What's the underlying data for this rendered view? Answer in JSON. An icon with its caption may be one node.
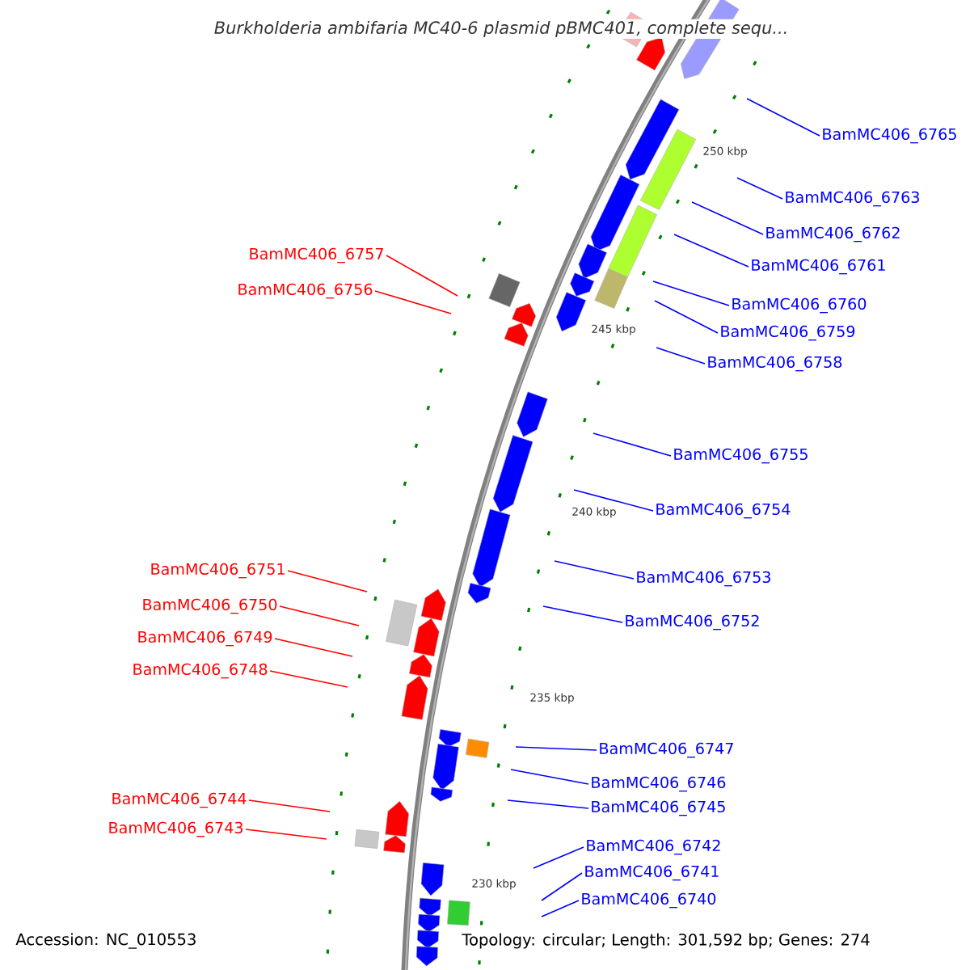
{
  "diagram": {
    "title": "Burkholderia ambifaria MC40-6 plasmid pBMC401, complete sequ...",
    "nodes": [
      {
        "text": [
          "BamMC406_6765"
        ]
      },
      {
        "text": [
          "BamMC406_6763"
        ]
      },
      {
        "text": [
          "BamMC406_6762"
        ]
      },
      {
        "text": [
          "BamMC406_6757"
        ]
      },
      {
        "text": [
          "BamMC406_6761"
        ]
      },
      {
        "text": [
          "BamMC406_6756"
        ]
      },
      {
        "text": [
          "BamMC406_6760"
        ]
      },
      {
        "text": [
          "BamMC406_6759"
        ]
      },
      {
        "text": [
          "BamMC406_6758"
        ]
      },
      {
        "text": [
          "BamMC406_6755"
        ]
      },
      {
        "text": [
          "BamMC406_6754"
        ]
      },
      {
        "text": [
          "BamMC406_6751"
        ]
      },
      {
        "text": [
          "BamMC406_6753"
        ]
      },
      {
        "text": [
          "BamMC406_6750"
        ]
      },
      {
        "text": [
          "BamMC406_6752"
        ]
      },
      {
        "text": [
          "BamMC406_6749"
        ]
      },
      {
        "text": [
          "BamMC406_6748"
        ]
      },
      {
        "text": [
          "BamMC406_6747"
        ]
      },
      {
        "text": [
          "BamMC406_6746"
        ]
      },
      {
        "text": [
          "BamMC406_6744"
        ]
      },
      {
        "text": [
          "BamMC406_6745"
        ]
      },
      {
        "text": [
          "BamMC406_6743"
        ]
      },
      {
        "text": [
          "BamMC406_6742"
        ]
      },
      {
        "text": [
          "BamMC406_6741"
        ]
      },
      {
        "text": [
          "BamMC406_6740"
        ]
      }
    ],
    "edges": [
      {
        "from": 0,
        "to": null,
        "arrow": "none"
      },
      {
        "from": 1,
        "to": null,
        "arrow": "none"
      },
      {
        "from": 2,
        "to": null,
        "arrow": "none"
      },
      {
        "from": 3,
        "to": null,
        "arrow": "none",
        "color": "#ff0000"
      },
      {
        "from": 4,
        "to": null,
        "arrow": "none"
      },
      {
        "from": 5,
        "to": null,
        "arrow": "none",
        "color": "#ff0000"
      },
      {
        "from": 6,
        "to": null,
        "arrow": "none"
      },
      {
        "from": 7,
        "to": null,
        "arrow": "none"
      },
      {
        "from": 8,
        "to": null,
        "arrow": "none"
      },
      {
        "from": 9,
        "to": null,
        "arrow": "none"
      },
      {
        "from": 10,
        "to": null,
        "arrow": "none"
      },
      {
        "from": 11,
        "to": null,
        "arrow": "none",
        "color": "#ff0000"
      },
      {
        "from": 12,
        "to": null,
        "arrow": "none"
      },
      {
        "from": 13,
        "to": null,
        "arrow": "none",
        "color": "#ff0000"
      },
      {
        "from": 14,
        "to": null,
        "arrow": "none"
      },
      {
        "from": 15,
        "to": null,
        "arrow": "none",
        "color": "#ff0000"
      },
      {
        "from": 16,
        "to": null,
        "arrow": "none",
        "color": "#ff0000"
      },
      {
        "from": 17,
        "to": null,
        "arrow": "none"
      },
      {
        "from": 18,
        "to": null,
        "arrow": "none"
      },
      {
        "from": 19,
        "to": null,
        "arrow": "none",
        "color": "#ff0000"
      },
      {
        "from": 20,
        "to": null,
        "arrow": "none"
      },
      {
        "from": 21,
        "to": null,
        "arrow": "none",
        "color": "#ff0000"
      },
      {
        "from": 22,
        "to": null,
        "arrow": "none"
      },
      {
        "from": 23,
        "to": null,
        "arrow": "none"
      },
      {
        "from": 24,
        "to": null,
        "arrow": "none"
      }
    ],
    "labels": [
      "250 kbp",
      "245 kbp",
      "240 kbp",
      "235 kbp",
      "230 kbp",
      "Accession: NC_010553",
      "Topology: circular; Length: 301,592 bp; Genes: 274"
    ]
  }
}
